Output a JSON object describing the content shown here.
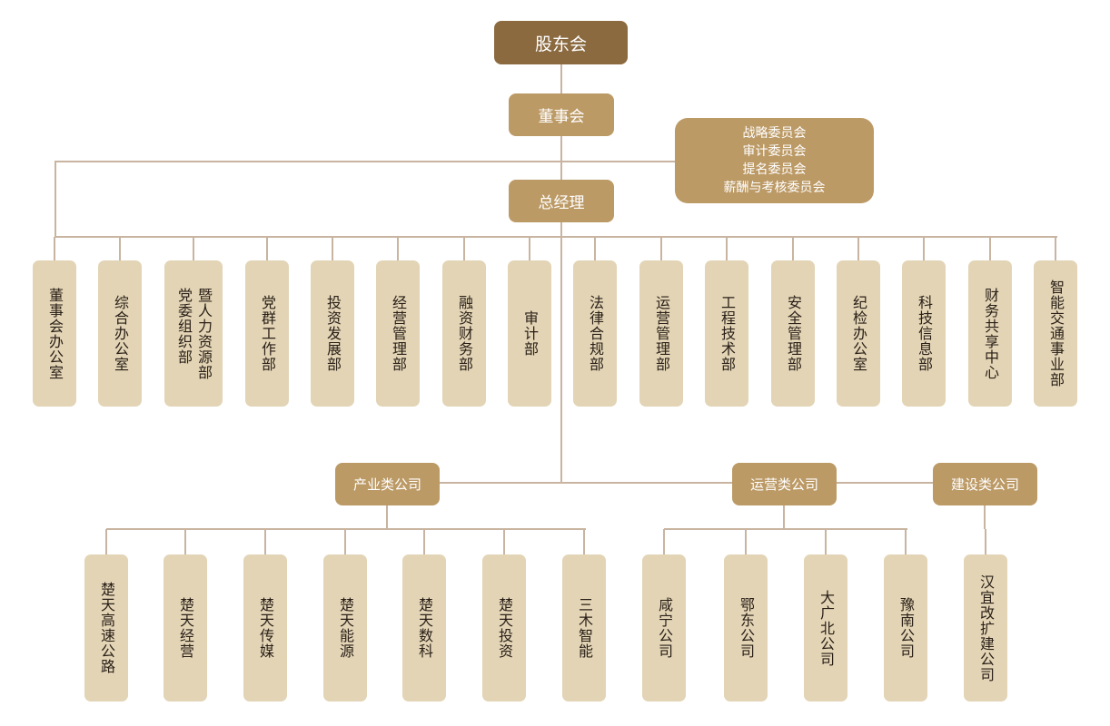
{
  "top": {
    "shareholders": "股东会",
    "board": "董事会",
    "gm": "总经理"
  },
  "committees": [
    "战略委员会",
    "审计委员会",
    "提名委员会",
    "薪酬与考核委员会"
  ],
  "departments": [
    "董事会办公室",
    "综合办公室",
    "暨人力资源部\n党委组织部",
    "党群工作部",
    "投资发展部",
    "经营管理部",
    "融资财务部",
    "审计部",
    "法律合规部",
    "运营管理部",
    "工程技术部",
    "安全管理部",
    "纪检办公室",
    "科技信息部",
    "财务共享中心",
    "智能交通事业部"
  ],
  "groups": [
    {
      "label": "产业类公司",
      "companies": [
        "楚天高速公路",
        "楚天经营",
        "楚天传媒",
        "楚天能源",
        "楚天数科",
        "楚天投资",
        "三木智能"
      ]
    },
    {
      "label": "运营类公司",
      "companies": [
        "咸宁公司",
        "鄂东公司",
        "大广北公司",
        "豫南公司"
      ]
    },
    {
      "label": "建设类公司",
      "companies": [
        "汉宜改扩建公司"
      ]
    }
  ],
  "colors": {
    "dark": "#8b6a40",
    "mid": "#bc9a66",
    "light": "#e2d4b5",
    "line": "#c8b4a0"
  }
}
